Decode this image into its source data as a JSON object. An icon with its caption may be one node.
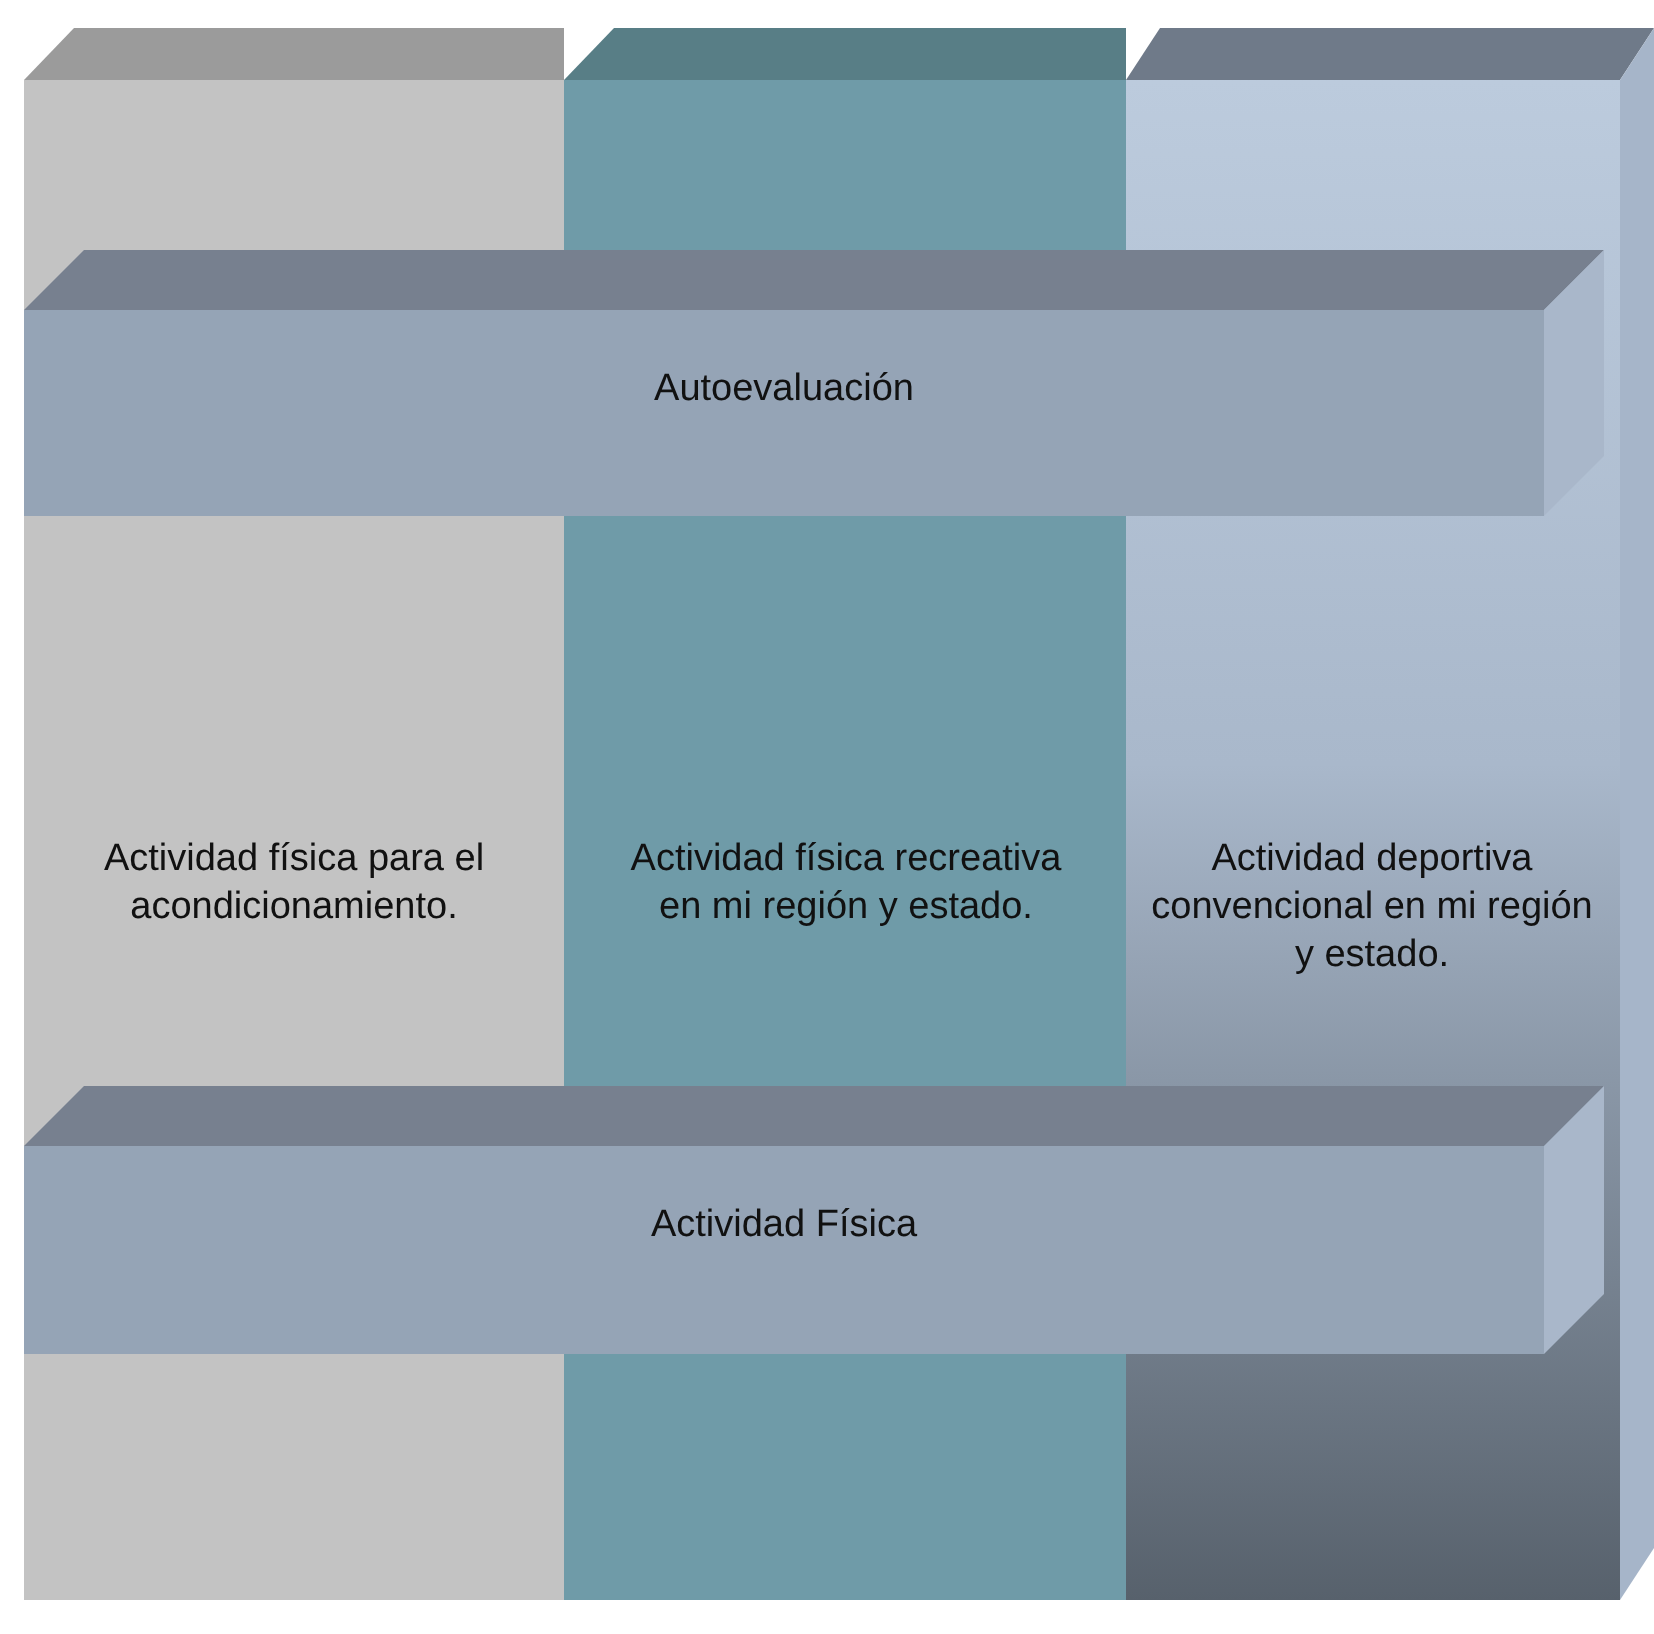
{
  "diagram": {
    "nodes": [
      {
        "text": [
          "Autoevaluación"
        ]
      },
      {
        "text": [
          "Actividad física para el acondicionamiento."
        ]
      },
      {
        "text": [
          "Actividad física recreativa en mi región y estado."
        ]
      },
      {
        "text": [
          "Actividad deportiva convencional en mi región y estado."
        ]
      },
      {
        "text": [
          "Actividad Física"
        ]
      }
    ]
  }
}
